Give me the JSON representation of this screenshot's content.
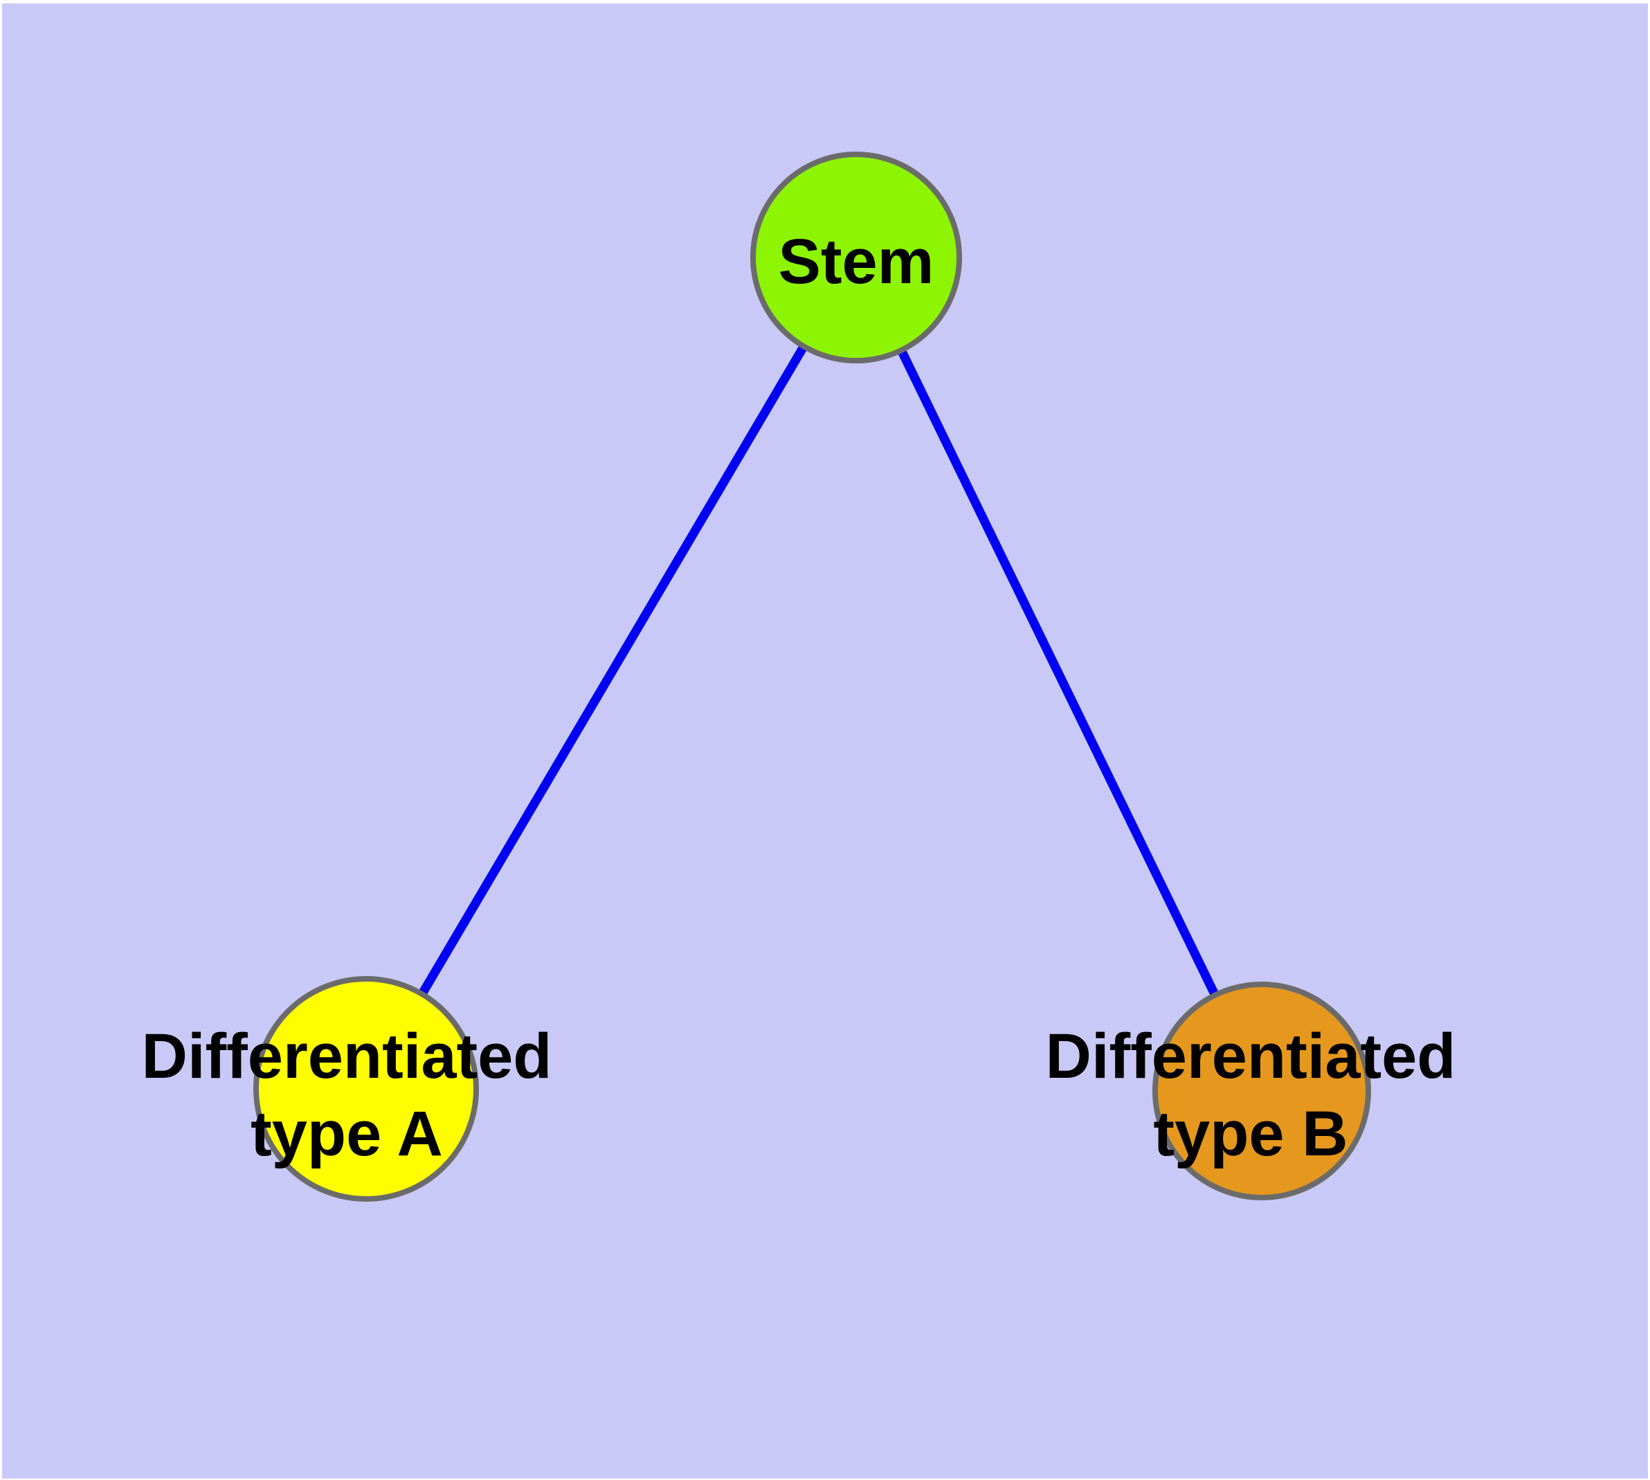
{
  "diagram": {
    "type": "graph",
    "background_color": "#c9c9f7",
    "edge_color": "#0202f2",
    "node_border_color": "#6b6b6b",
    "label_color": "#000000",
    "nodes": [
      {
        "id": "stem",
        "label": "Stem",
        "label_line1": "Stem",
        "label_line2": "",
        "color": "#8df501"
      },
      {
        "id": "type-a",
        "label": "Differentiated type A",
        "label_line1": "Differentiated",
        "label_line2": "type A",
        "color": "#fefe00"
      },
      {
        "id": "type-b",
        "label": "Differentiated type B",
        "label_line1": "Differentiated",
        "label_line2": "type B",
        "color": "#e5981d"
      }
    ],
    "edges": [
      {
        "from": "Stem",
        "to": "Differentiated type A"
      },
      {
        "from": "Stem",
        "to": "Differentiated type B"
      }
    ]
  }
}
